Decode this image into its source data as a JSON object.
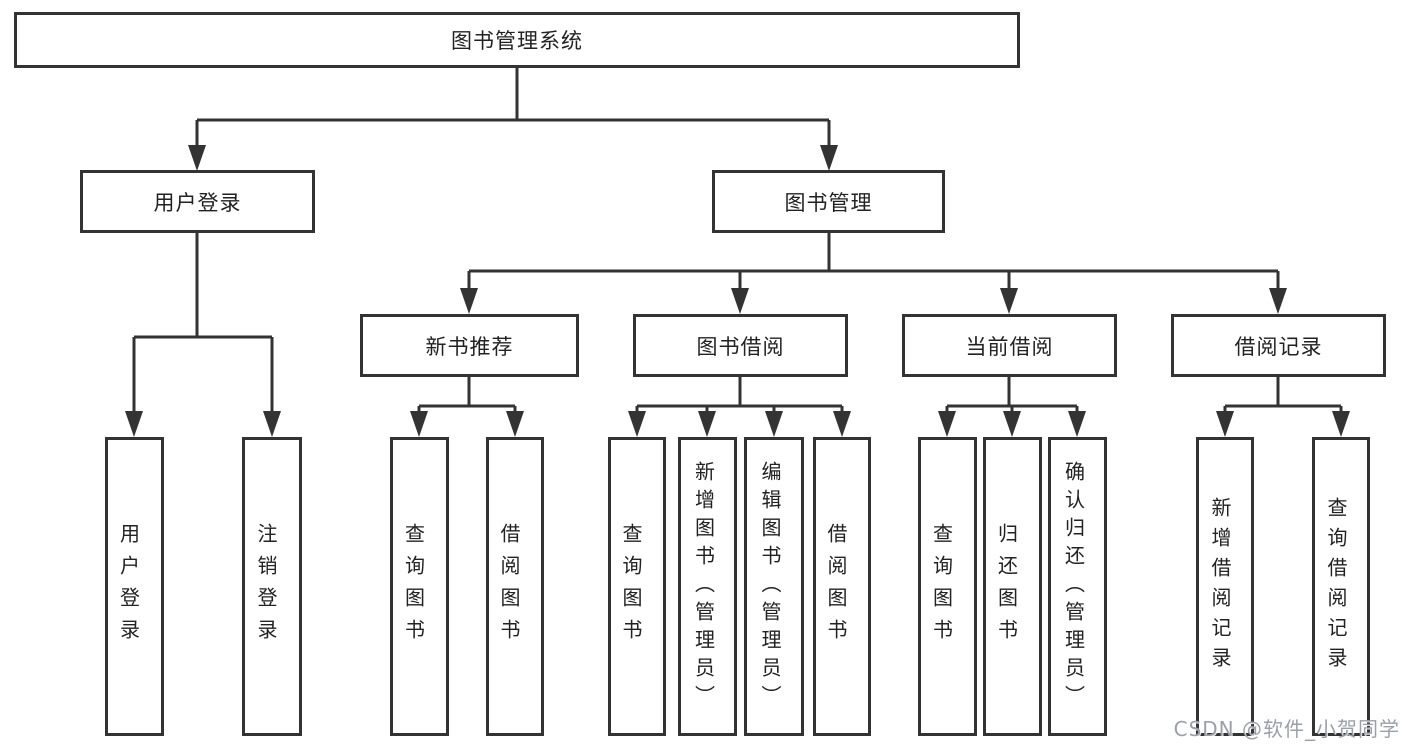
{
  "diagram": {
    "root": "图书管理系统",
    "level2": [
      {
        "label": "用户登录"
      },
      {
        "label": "图书管理"
      }
    ],
    "level3": [
      {
        "label": "新书推荐"
      },
      {
        "label": "图书借阅"
      },
      {
        "label": "当前借阅"
      },
      {
        "label": "借阅记录"
      }
    ],
    "leaves": {
      "user_login": [
        "用户登录",
        "注销登录"
      ],
      "new_book": [
        "查询图书",
        "借阅图书"
      ],
      "book_borrow": [
        "查询图书",
        "新增图书（管理员）",
        "编辑图书（管理员）",
        "借阅图书"
      ],
      "current_borrow": [
        "查询图书",
        "归还图书",
        "确认归还（管理员）"
      ],
      "borrow_record": [
        "新增借阅记录",
        "查询借阅记录"
      ]
    }
  },
  "watermark": "CSDN @软件_小贺同学",
  "colors": {
    "line": "#333333",
    "text": "#222222",
    "watermark": "#9aa0a8",
    "background": "#ffffff"
  }
}
